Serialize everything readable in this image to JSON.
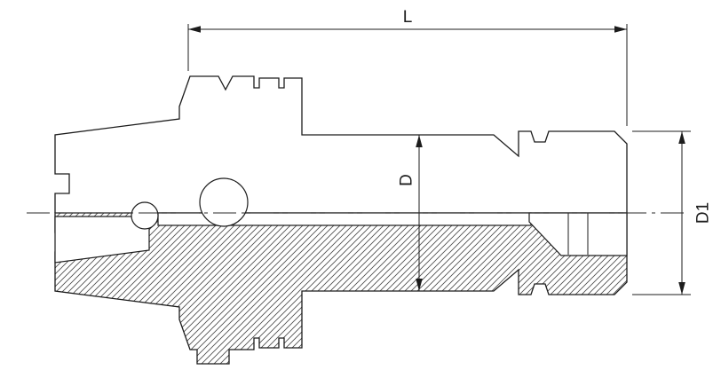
{
  "drawing": {
    "dimension_labels": {
      "length": "L",
      "body_diameter": "D",
      "nut_diameter": "D1"
    }
  },
  "colors": {
    "line": "#1c1c1c",
    "hatch": "#4a4a4a",
    "centerline": "#2a2a2a",
    "background": "#ffffff"
  }
}
